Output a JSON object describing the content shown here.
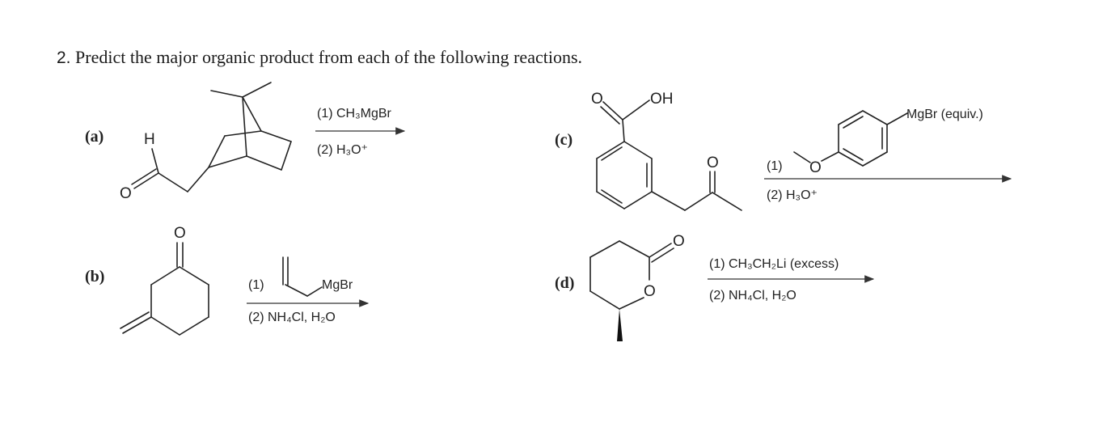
{
  "question": {
    "number": "2.",
    "text": "Predict the major organic product from each of the following reactions."
  },
  "reactions": {
    "a": {
      "label": "(a)",
      "atom_h": "H",
      "atom_o": "O",
      "step1": "(1) CH₃MgBr",
      "step2": "(2) H₃O⁺"
    },
    "b": {
      "label": "(b)",
      "atom_o": "O",
      "step1_num": "(1)",
      "reagent_group": "MgBr",
      "step2": "(2) NH₄Cl, H₂O"
    },
    "c": {
      "label": "(c)",
      "atom_o_acid": "O",
      "atom_oh": "OH",
      "atom_o_ketone": "O",
      "step1_num": "(1)",
      "atom_o_ether": "O",
      "reagent_group": "MgBr (equiv.)",
      "step2": "(2) H₃O⁺"
    },
    "d": {
      "label": "(d)",
      "atom_o_carbonyl": "O",
      "atom_o_ring": "O",
      "step1": "(1) CH₃CH₂Li (excess)",
      "step2": "(2) NH₄Cl, H₂O"
    }
  }
}
